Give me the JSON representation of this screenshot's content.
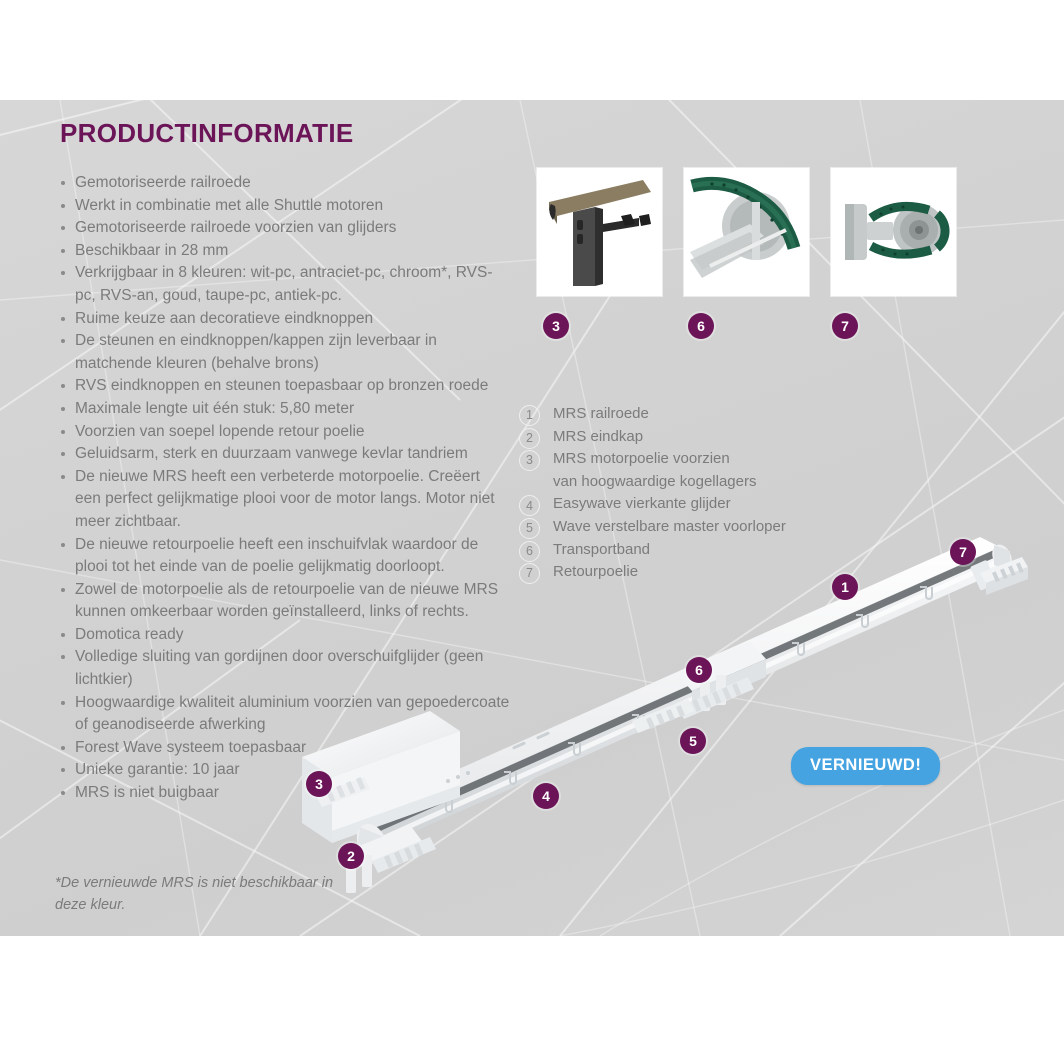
{
  "heading": "PRODUCTINFORMATIE",
  "bullets": [
    "Gemotoriseerde railroede",
    "Werkt in combinatie met alle Shuttle motoren",
    "Gemotoriseerde railroede voorzien van glijders",
    "Beschikbaar in 28 mm",
    "Verkrijgbaar in 8 kleuren: wit-pc, antraciet-pc, chroom*, RVS-pc, RVS-an, goud, taupe-pc, antiek-pc.",
    "Ruime keuze aan decoratieve eindknoppen",
    "De steunen en eindknoppen/kappen zijn leverbaar in matchende kleuren (behalve brons)",
    "RVS eindknoppen en steunen toepasbaar op bronzen roede",
    "Maximale lengte uit één stuk: 5,80 meter",
    "Voorzien van soepel lopende retour poelie",
    "Geluidsarm, sterk en duurzaam vanwege kevlar tandriem",
    "De nieuwe MRS heeft een verbeterde motorpoelie. Creëert een perfect gelijkmatige plooi voor de motor langs. Motor niet meer zichtbaar.",
    "De nieuwe retourpoelie heeft een inschuifvlak waardoor de plooi tot het einde van de poelie gelijkmatig doorloopt.",
    "Zowel de motorpoelie als de retourpoelie van de nieuwe MRS kunnen omkeerbaar worden geïnstalleerd, links of rechts.",
    "Domotica ready",
    "Volledige sluiting van gordijnen door overschuifglijder (geen lichtkier)",
    "Hoogwaardige kwaliteit aluminium voorzien van gepoedercoate of geanodiseerde afwerking",
    "Forest Wave systeem toepasbaar",
    "Unieke garantie: 10 jaar",
    "MRS is niet buigbaar"
  ],
  "footnote": "*De vernieuwde MRS is niet beschikbaar in deze kleur.",
  "photos": [
    {
      "number": "3",
      "alt": "bronzen railroede met motorpoelie en glijder"
    },
    {
      "number": "6",
      "alt": "groene kevlar transportband over poelie"
    },
    {
      "number": "7",
      "alt": "retourpoelie met kogellagers en tandriem"
    }
  ],
  "legend": [
    {
      "number": "1",
      "label": "MRS railroede",
      "cont": ""
    },
    {
      "number": "2",
      "label": "MRS eindkap",
      "cont": ""
    },
    {
      "number": "3",
      "label": "MRS motorpoelie voorzien",
      "cont": "van hoogwaardige kogellagers"
    },
    {
      "number": "4",
      "label": "Easywave vierkante glijder",
      "cont": ""
    },
    {
      "number": "5",
      "label": "Wave verstelbare master voorloper",
      "cont": ""
    },
    {
      "number": "6",
      "label": "Transportband",
      "cont": ""
    },
    {
      "number": "7",
      "label": "Retourpoelie",
      "cont": ""
    }
  ],
  "vernieuwd_label": "VERNIEUWD!",
  "product_callouts": [
    {
      "number": "1"
    },
    {
      "number": "2"
    },
    {
      "number": "3"
    },
    {
      "number": "4"
    },
    {
      "number": "5"
    },
    {
      "number": "6"
    },
    {
      "number": "7"
    }
  ],
  "colors": {
    "accent_purple": "#6b1458",
    "badge_blue": "#44a3e0",
    "text_gray": "#7b7b7b",
    "panel_gray": "#d4d4d4",
    "belt_green": "#1d5c44",
    "bronze": "#7d7159"
  }
}
